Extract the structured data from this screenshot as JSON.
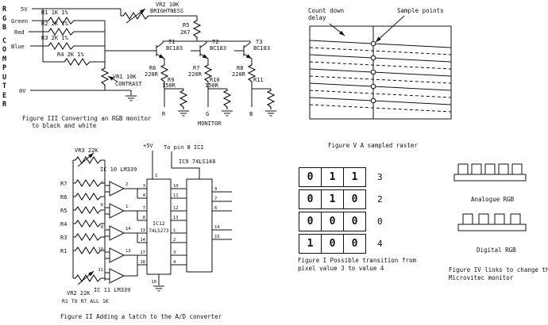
{
  "side_label": {
    "letters": [
      "R",
      "G",
      "B",
      "C",
      "O",
      "M",
      "P",
      "U",
      "T",
      "E",
      "R"
    ]
  },
  "fig3": {
    "rail_5v": "5V",
    "rail_0v": "0V",
    "in_green": "Green",
    "in_red": "Red",
    "in_blue": "Blue",
    "r1": "R1 1K 1%",
    "r2": "R2 2K 1%",
    "r3": "R3 2K 1%",
    "r4": "R4 2K 1%",
    "vr2": "VR2 10K",
    "vr2_fn": "BRIGHTNESS",
    "r5": "R5",
    "r5v": "2K7",
    "vr1": "VR1 10K",
    "vr1_fn": "CONTRAST",
    "t1": "T1",
    "t1_type": "BC183",
    "t2": "T2",
    "t2_type": "BC183",
    "t3": "T3",
    "t3_type": "BC183",
    "r6": "R6",
    "r6v": "220R",
    "r7": "R7",
    "r7v": "220R",
    "r8": "R8",
    "r8v": "220R",
    "r9": "R9",
    "r9v": "150R",
    "r10": "R10",
    "r10v": "150R",
    "r11": "R11",
    "out_r": "R",
    "out_g": "G",
    "out_b": "B",
    "monitor": "MONITOR",
    "caption1": "Figure III Converting an RGB monitor",
    "caption2": "to black and white"
  },
  "fig5": {
    "countdown1": "Count down",
    "countdown2": "delay",
    "sample_points": "Sample points",
    "caption": "Figure V  A sampled raster"
  },
  "fig2": {
    "plus5v": "+5V",
    "vr3": "VR3 22K",
    "ic10": "IC 10 LM339",
    "to_pin": "To pin 8 IC1",
    "ic9_label": "IC9 74LS148",
    "ic12_name": "IC12",
    "ic12_part": "74LS273",
    "ladder": [
      "R7",
      "R6",
      "R5",
      "R4",
      "R3",
      "R1"
    ],
    "comp_in": [
      "4",
      "6",
      "8",
      "10",
      "11"
    ],
    "comp_out": [
      "2",
      "1",
      "14",
      "13"
    ],
    "ic12_left_pins": [
      "3",
      "4",
      "7",
      "8",
      "13",
      "14",
      "17",
      "18"
    ],
    "ic12_top_pin": "1",
    "ic12_bottom_pin": "10",
    "ic9_left_pins": [
      "10",
      "11",
      "12",
      "13",
      "1",
      "2",
      "3",
      "4"
    ],
    "ic9_right_pins": [
      "9",
      "7",
      "6",
      "14",
      "15"
    ],
    "vr2": "VR2 22K",
    "ic11": "IC 11 LM339",
    "ladder_note": "R1 TO R7 ALL 1K",
    "caption": "Figure II Adding a latch to the A/D converter"
  },
  "fig1": {
    "rows": [
      {
        "bits": [
          "0",
          "1",
          "1"
        ],
        "value": "3"
      },
      {
        "bits": [
          "0",
          "1",
          "0"
        ],
        "value": "2"
      },
      {
        "bits": [
          "0",
          "0",
          "0"
        ],
        "value": "0"
      },
      {
        "bits": [
          "1",
          "0",
          "0"
        ],
        "value": "4"
      }
    ],
    "caption1": "Figure I Possible transition from",
    "caption2": "pixel value 3 to value 4"
  },
  "fig4": {
    "analogue": "Analogue RGB",
    "digital": "Digital RGB",
    "caption1": "Figure IV links to change the",
    "caption2": "Microvitec monitor"
  }
}
